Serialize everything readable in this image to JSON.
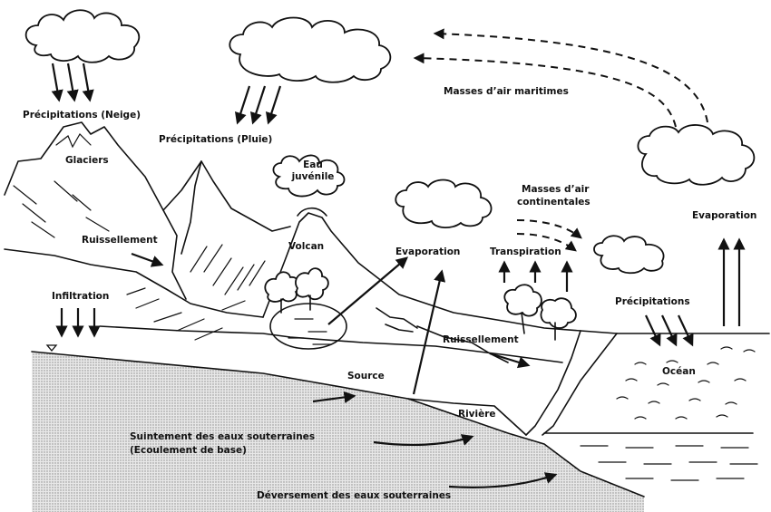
{
  "labels": {
    "precip_neige": "Précipitations (Neige)",
    "precip_pluie": "Précipitations (Pluie)",
    "masses_maritimes": "Masses d’air maritimes",
    "glaciers": "Glaciers",
    "eau_juvenile_1": "Eau",
    "eau_juvenile_2": "juvénile",
    "masses_continentales_1": "Masses d’air",
    "masses_continentales_2": "continentales",
    "evaporation_ocean": "Evaporation",
    "ruissellement_left": "Ruissellement",
    "volcan": "Volcan",
    "evaporation_lake": "Evaporation",
    "transpiration": "Transpiration",
    "infiltration": "Infiltration",
    "precipitations_ocean": "Précipitations",
    "ruissellement_mid": "Ruissellement",
    "ocean": "Océan",
    "source": "Source",
    "riviere": "Rivière",
    "suintement_1": "Suintement des eaux souterraines",
    "suintement_2": "(Ecoulement de base)",
    "deversement": "Déversement des eaux souterraines"
  }
}
